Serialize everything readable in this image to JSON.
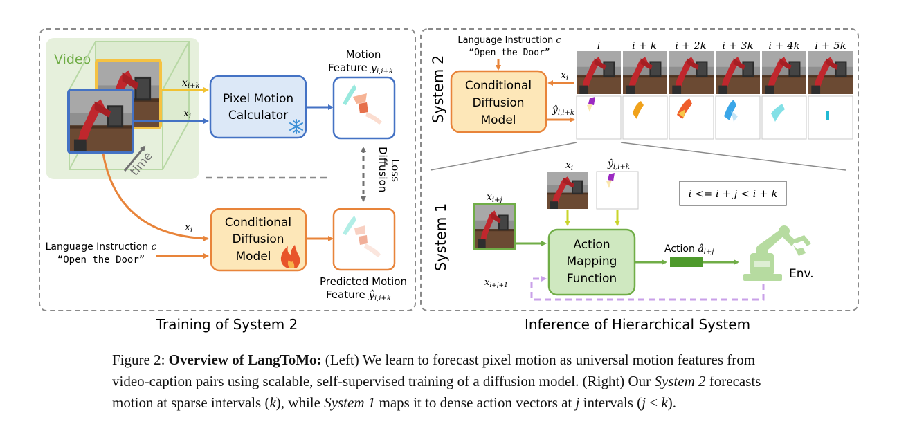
{
  "left_panel": {
    "title": "Training of System 2",
    "video_label": "Video",
    "time_label": "time",
    "x_ik_label": "x",
    "x_ik_sub": "i+k",
    "x_i_label": "x",
    "x_i_sub": "i",
    "pixel_motion_line1": "Pixel Motion",
    "pixel_motion_line2": "Calculator",
    "motion_feature_line1": "Motion",
    "motion_feature_line2": "Feature",
    "motion_feature_var": "y",
    "motion_feature_sub": "i,i+k",
    "diffusion_loss_line1": "Diffusion",
    "diffusion_loss_line2": "Loss",
    "cdm_line1": "Conditional",
    "cdm_line2": "Diffusion",
    "cdm_line3": "Model",
    "lang_instr_label": "Language Instruction",
    "lang_instr_var": "c",
    "lang_instr_text": "“Open the Door”",
    "predicted_line1": "Predicted Motion",
    "predicted_line2": "Feature",
    "predicted_var": "ŷ",
    "predicted_sub": "i,i+k"
  },
  "right_panel": {
    "title": "Inference of Hierarchical System",
    "system2_label": "System 2",
    "system1_label": "System 1",
    "lang_instr_label": "Language Instruction",
    "lang_instr_var": "c",
    "lang_instr_text": "“Open the Door”",
    "cdm_line1": "Conditional",
    "cdm_line2": "Diffusion",
    "cdm_line3": "Model",
    "x_i_var": "x",
    "x_i_sub": "i",
    "yhat_var": "ŷ",
    "yhat_sub": "i,i+k",
    "frame_labels": [
      "i",
      "i + k",
      "i + 2k",
      "i + 3k",
      "i + 4k",
      "i + 5k"
    ],
    "sys1_xi_var": "x",
    "sys1_xi_sub": "i",
    "sys1_yhat_var": "ŷ",
    "sys1_yhat_sub": "i,i+k",
    "x_ij_var": "x",
    "x_ij_sub": "i+j",
    "x_ij1_var": "x",
    "x_ij1_sub": "i+j+1",
    "constraint": "i <= i + j < i + k",
    "amf_line1": "Action",
    "amf_line2": "Mapping",
    "amf_line3": "Function",
    "action_label": "Action",
    "action_var": "â",
    "action_sub": "i+j",
    "env_label": "Env."
  },
  "caption": {
    "prefix": "Figure 2: ",
    "bold": "Overview of LangToMo:",
    "line1_rest": " (Left) We learn to forecast pixel motion as universal motion features from",
    "line2": "video-caption pairs using scalable, self-supervised training of a diffusion model. (Right) Our ",
    "line2_it": "System 2",
    "line2_end": " forecasts",
    "line3_a": "motion at sparse intervals (",
    "line3_k": "k",
    "line3_b": "), while ",
    "line3_it": "System 1",
    "line3_c": " maps it to dense action vectors at ",
    "line3_j": "j",
    "line3_d": " intervals (",
    "line3_j2": "j",
    "line3_lt": " < ",
    "line3_k2": "k",
    "line3_e": ")."
  },
  "colors": {
    "orange": "#e8843a",
    "blue": "#4472c4",
    "green": "#70ad47",
    "yellow_green": "#c9d42b",
    "purple_dashed": "#c9a0e8",
    "gray": "#707070",
    "pmc_fill": "#dce8f7",
    "cdm_fill": "#fde7b8",
    "amf_fill": "#cfe8c0",
    "video_bg": "#e6f0dc"
  },
  "icons": {
    "snowflake": "snowflake-icon",
    "flame": "flame-icon",
    "robot_arm": "robot-arm-icon"
  }
}
